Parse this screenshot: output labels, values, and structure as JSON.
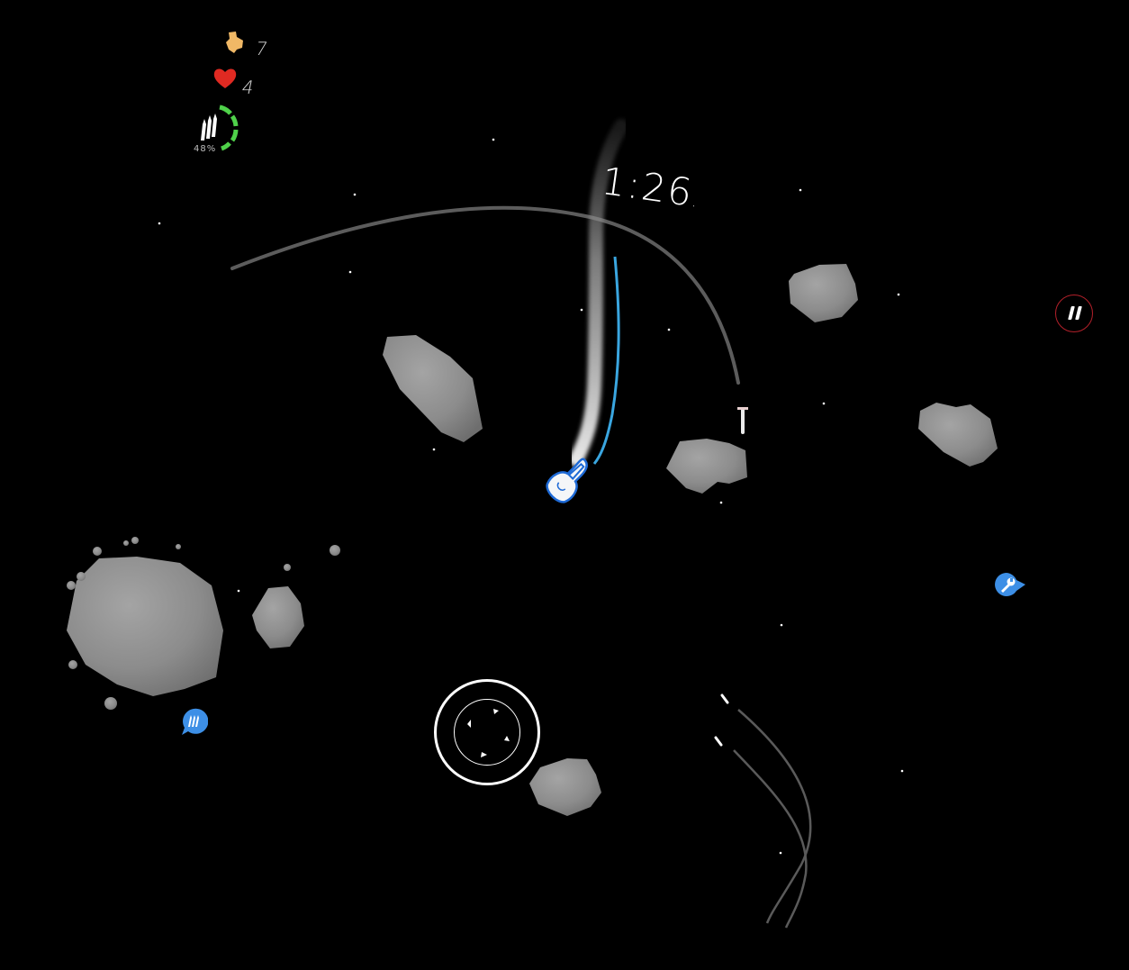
{
  "hud": {
    "scrap": {
      "icon": "scrap-icon",
      "count": "7",
      "color": "#f0b866"
    },
    "lives": {
      "icon": "heart-icon",
      "count": "4",
      "color": "#e02a22"
    },
    "ammo": {
      "icon": "bullets-icon",
      "percent": "48%",
      "ring_color": "#4fd14a",
      "segments_filled": 4
    }
  },
  "timer": {
    "value": "1:26"
  },
  "controls": {
    "pause": {
      "icon": "pause-icon",
      "ring_color": "#b3202a"
    },
    "joystick": {
      "icon": "joystick-icon"
    }
  },
  "pickups": [
    {
      "type": "repair",
      "icon": "wrench-icon",
      "color": "#3d8fe6"
    },
    {
      "type": "ammo",
      "icon": "bullets-icon",
      "color": "#3d8fe6"
    }
  ],
  "player": {
    "ship_color": "#1e6ad6",
    "trail_color": "#3aa6e0"
  },
  "colors": {
    "background": "#000000",
    "asteroid": "#8a8a8a",
    "trail": "#5a5a5a"
  }
}
